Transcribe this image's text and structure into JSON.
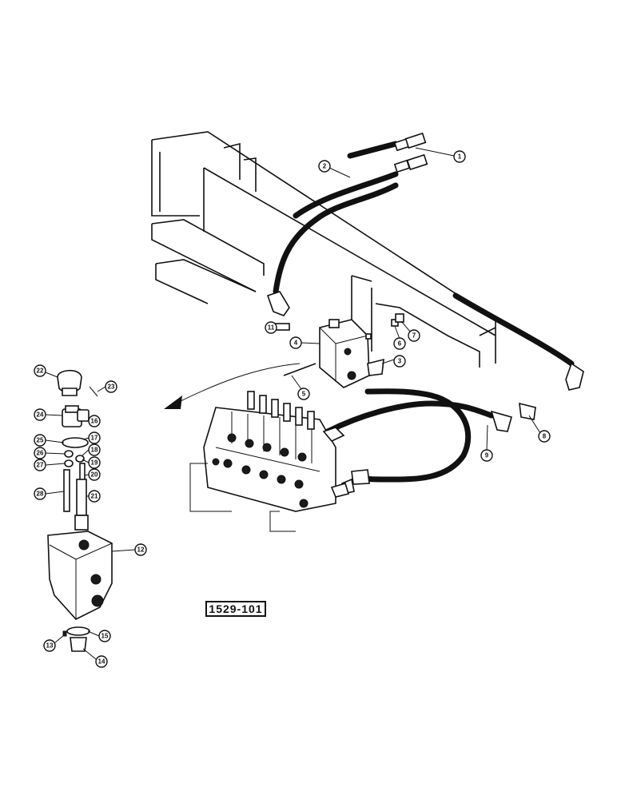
{
  "figure": {
    "reference_number": "1529-101"
  },
  "callouts": [
    "1",
    "2",
    "3",
    "4",
    "5",
    "6",
    "7",
    "8",
    "9",
    "11",
    "12",
    "13",
    "14",
    "15",
    "16",
    "17",
    "18",
    "19",
    "20",
    "21",
    "22",
    "23",
    "24",
    "25",
    "26",
    "27",
    "28"
  ],
  "colors": {
    "ink": "#111111",
    "paper": "#ffffff"
  }
}
